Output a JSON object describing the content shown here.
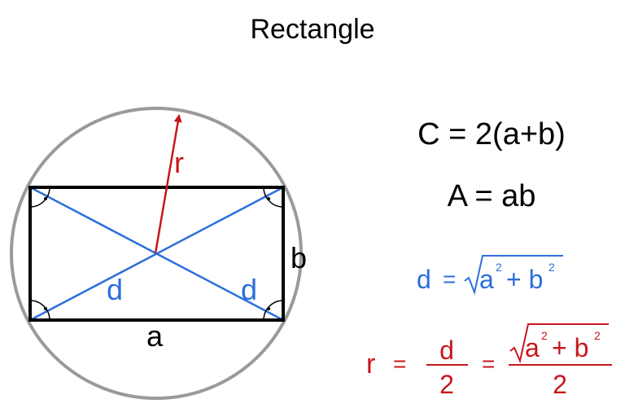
{
  "title": "Rectangle",
  "labels": {
    "radius": "r",
    "side_a": "a",
    "side_b": "b",
    "diagonal_left": "d",
    "diagonal_right": "d"
  },
  "formulas": {
    "circumference": "C = 2(a+b)",
    "area": "A = ab",
    "diagonal": {
      "lhs": "d",
      "eq": "=",
      "a": "a",
      "plus": "+ b",
      "exp_a": "2",
      "exp_b": "2"
    },
    "radius": {
      "lhs": "r",
      "eq1": "=",
      "frac1_num": "d",
      "frac1_den": "2",
      "eq2": "=",
      "frac2_a": "a",
      "frac2_plus": "+ b",
      "frac2_exp_a": "2",
      "frac2_exp_b": "2",
      "frac2_den": "2"
    }
  },
  "colors": {
    "text": "#000000",
    "circle": "#9a9a9a",
    "rectangle": "#000000",
    "diagonal": "#2a6fdb",
    "radius": "#c8161d"
  }
}
